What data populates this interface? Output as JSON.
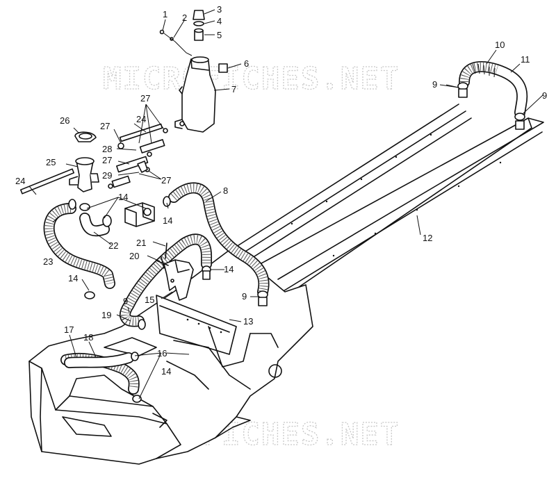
{
  "watermark": {
    "top": "MICROFICHES.NET",
    "bottom": "MICROFICHES.NET"
  },
  "callouts": {
    "n1": "1",
    "n2": "2",
    "n3": "3",
    "n4": "4",
    "n5": "5",
    "n6": "6",
    "n7": "7",
    "n8": "8",
    "n9a": "9",
    "n9b": "9",
    "n9c": "9",
    "n9d": "9",
    "n10": "10",
    "n11": "11",
    "n12": "12",
    "n13": "13",
    "n14a": "14",
    "n14b": "14",
    "n14c": "14",
    "n14d": "14",
    "n14e": "14",
    "n15": "15",
    "n16": "16",
    "n17": "17",
    "n18": "18",
    "n19": "19",
    "n20": "20",
    "n21": "21",
    "n22": "22",
    "n23": "23",
    "n24a": "24",
    "n24b": "24",
    "n25": "25",
    "n26": "26",
    "n27a": "27",
    "n27b": "27",
    "n27c": "27",
    "n27d": "27",
    "n28": "28",
    "n29": "29"
  }
}
